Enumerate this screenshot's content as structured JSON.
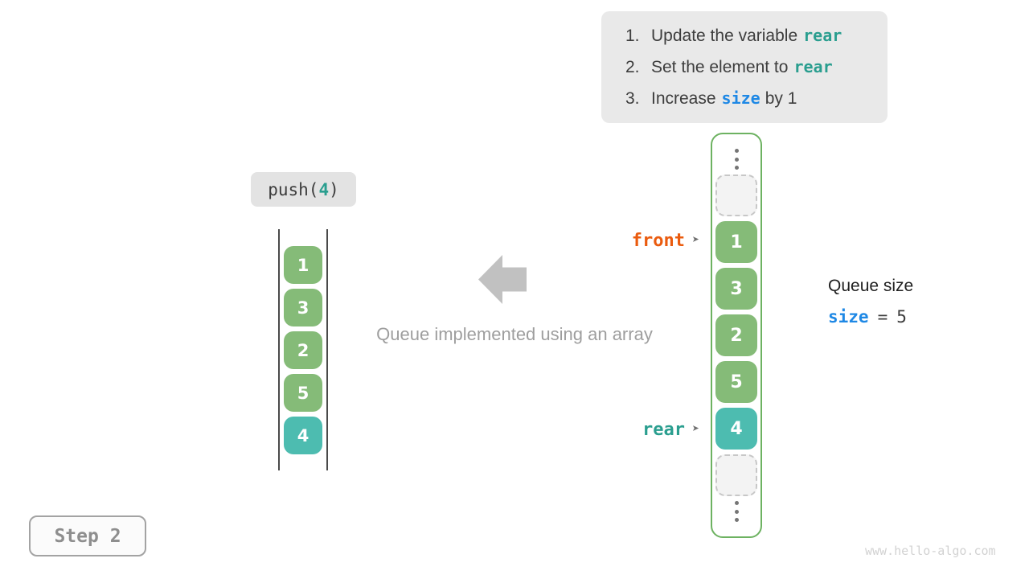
{
  "colors": {
    "cell_green": "#85bb78",
    "cell_teal": "#4dbcb0",
    "container_border_green": "#6db261",
    "code_teal": "#2a9e8f",
    "code_blue": "#1e88e5",
    "code_orange": "#ea5b0e",
    "panel_gray": "#e9e9e9",
    "arrow_gray": "#c1c1c1"
  },
  "instructions": {
    "items": [
      {
        "num": "1.",
        "pre": "Update the variable",
        "code": "rear",
        "post": ""
      },
      {
        "num": "2.",
        "pre": "Set the element to",
        "code": "rear",
        "post": ""
      },
      {
        "num": "3.",
        "pre": "Increase",
        "code": "size",
        "post": "by 1"
      }
    ]
  },
  "push_label": {
    "prefix": "push(",
    "arg": "4",
    "suffix": ")"
  },
  "left_array": {
    "values": [
      "1",
      "3",
      "2",
      "5",
      "4"
    ]
  },
  "right_array": {
    "values": [
      "1",
      "3",
      "2",
      "5",
      "4"
    ]
  },
  "pointers": {
    "front_label": "front",
    "rear_label": "rear",
    "arrow_glyph": "➤"
  },
  "queue_size": {
    "title": "Queue size",
    "var": "size",
    "equals": "=",
    "value": "5"
  },
  "caption": "Queue implemented using an array",
  "step_badge": "Step 2",
  "watermark": "www.hello-algo.com"
}
